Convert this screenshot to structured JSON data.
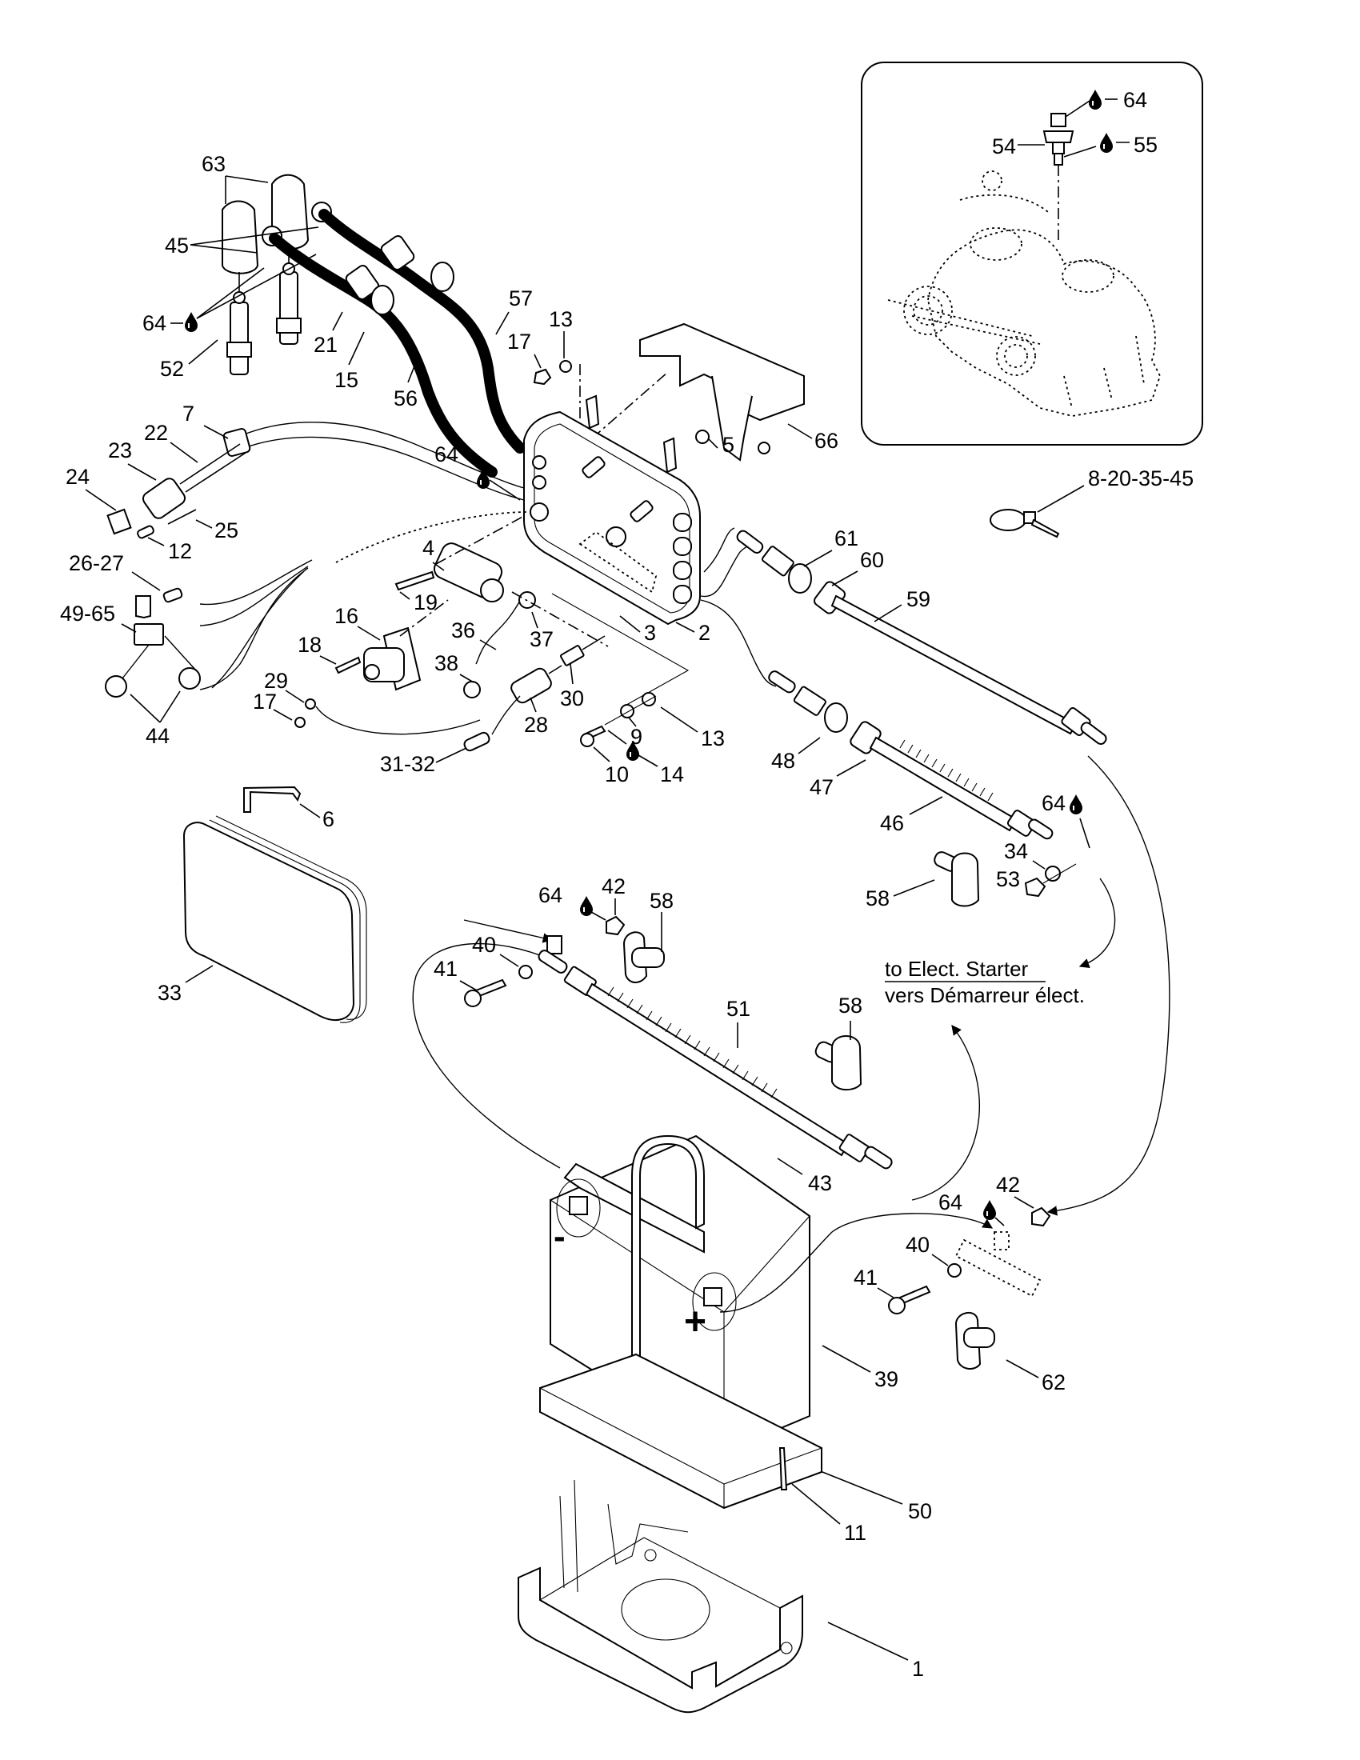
{
  "page": {
    "type": "exploded parts diagram",
    "subject": "electrical system: ignition, wiring harness, battery and cables"
  },
  "inset": {
    "labels": {
      "lube_64": "64",
      "sensor_54": "54",
      "lube_55": "55"
    }
  },
  "callouts": {
    "c63": "63",
    "c45": "45",
    "c64_a": "64",
    "c52": "52",
    "c21": "21",
    "c15": "15",
    "c56": "56",
    "c57": "57",
    "c17_a": "17",
    "c13_a": "13",
    "c66": "66",
    "c5": "5",
    "c64_b": "64",
    "c7": "7",
    "c22": "22",
    "c23": "23",
    "c24": "24",
    "c25": "25",
    "c12": "12",
    "c26_27": "26-27",
    "c49_65": "49-65",
    "c44": "44",
    "c4": "4",
    "c19": "19",
    "c16": "16",
    "c18": "18",
    "c29": "29",
    "c17_b": "17",
    "c36": "36",
    "c37": "37",
    "c38": "38",
    "c28": "28",
    "c30": "30",
    "c31_32": "31-32",
    "c3": "3",
    "c2": "2",
    "c9": "9",
    "c13_b": "13",
    "c10": "10",
    "c14": "14",
    "c8_20_35_45": "8-20-35-45",
    "c61": "61",
    "c60": "60",
    "c59": "59",
    "c48": "48",
    "c47": "47",
    "c46": "46",
    "c64_c": "64",
    "c34": "34",
    "c53": "53",
    "c58_a": "58",
    "c6": "6",
    "c33": "33",
    "c64_d": "64",
    "c42_a": "42",
    "c58_b": "58",
    "c40_a": "40",
    "c41_a": "41",
    "c51": "51",
    "c58_c": "58",
    "c43": "43",
    "c64_e": "64",
    "c42_b": "42",
    "c40_b": "40",
    "c41_b": "41",
    "c39": "39",
    "c62": "62",
    "c50": "50",
    "c11": "11",
    "c1": "1"
  },
  "annotations": {
    "starter_en": "to Elect. Starter",
    "starter_fr": "vers Démarreur élect.",
    "battery_negative": "-",
    "battery_positive": "+"
  },
  "icons": {
    "lubricant": "oil-drop-icon"
  }
}
